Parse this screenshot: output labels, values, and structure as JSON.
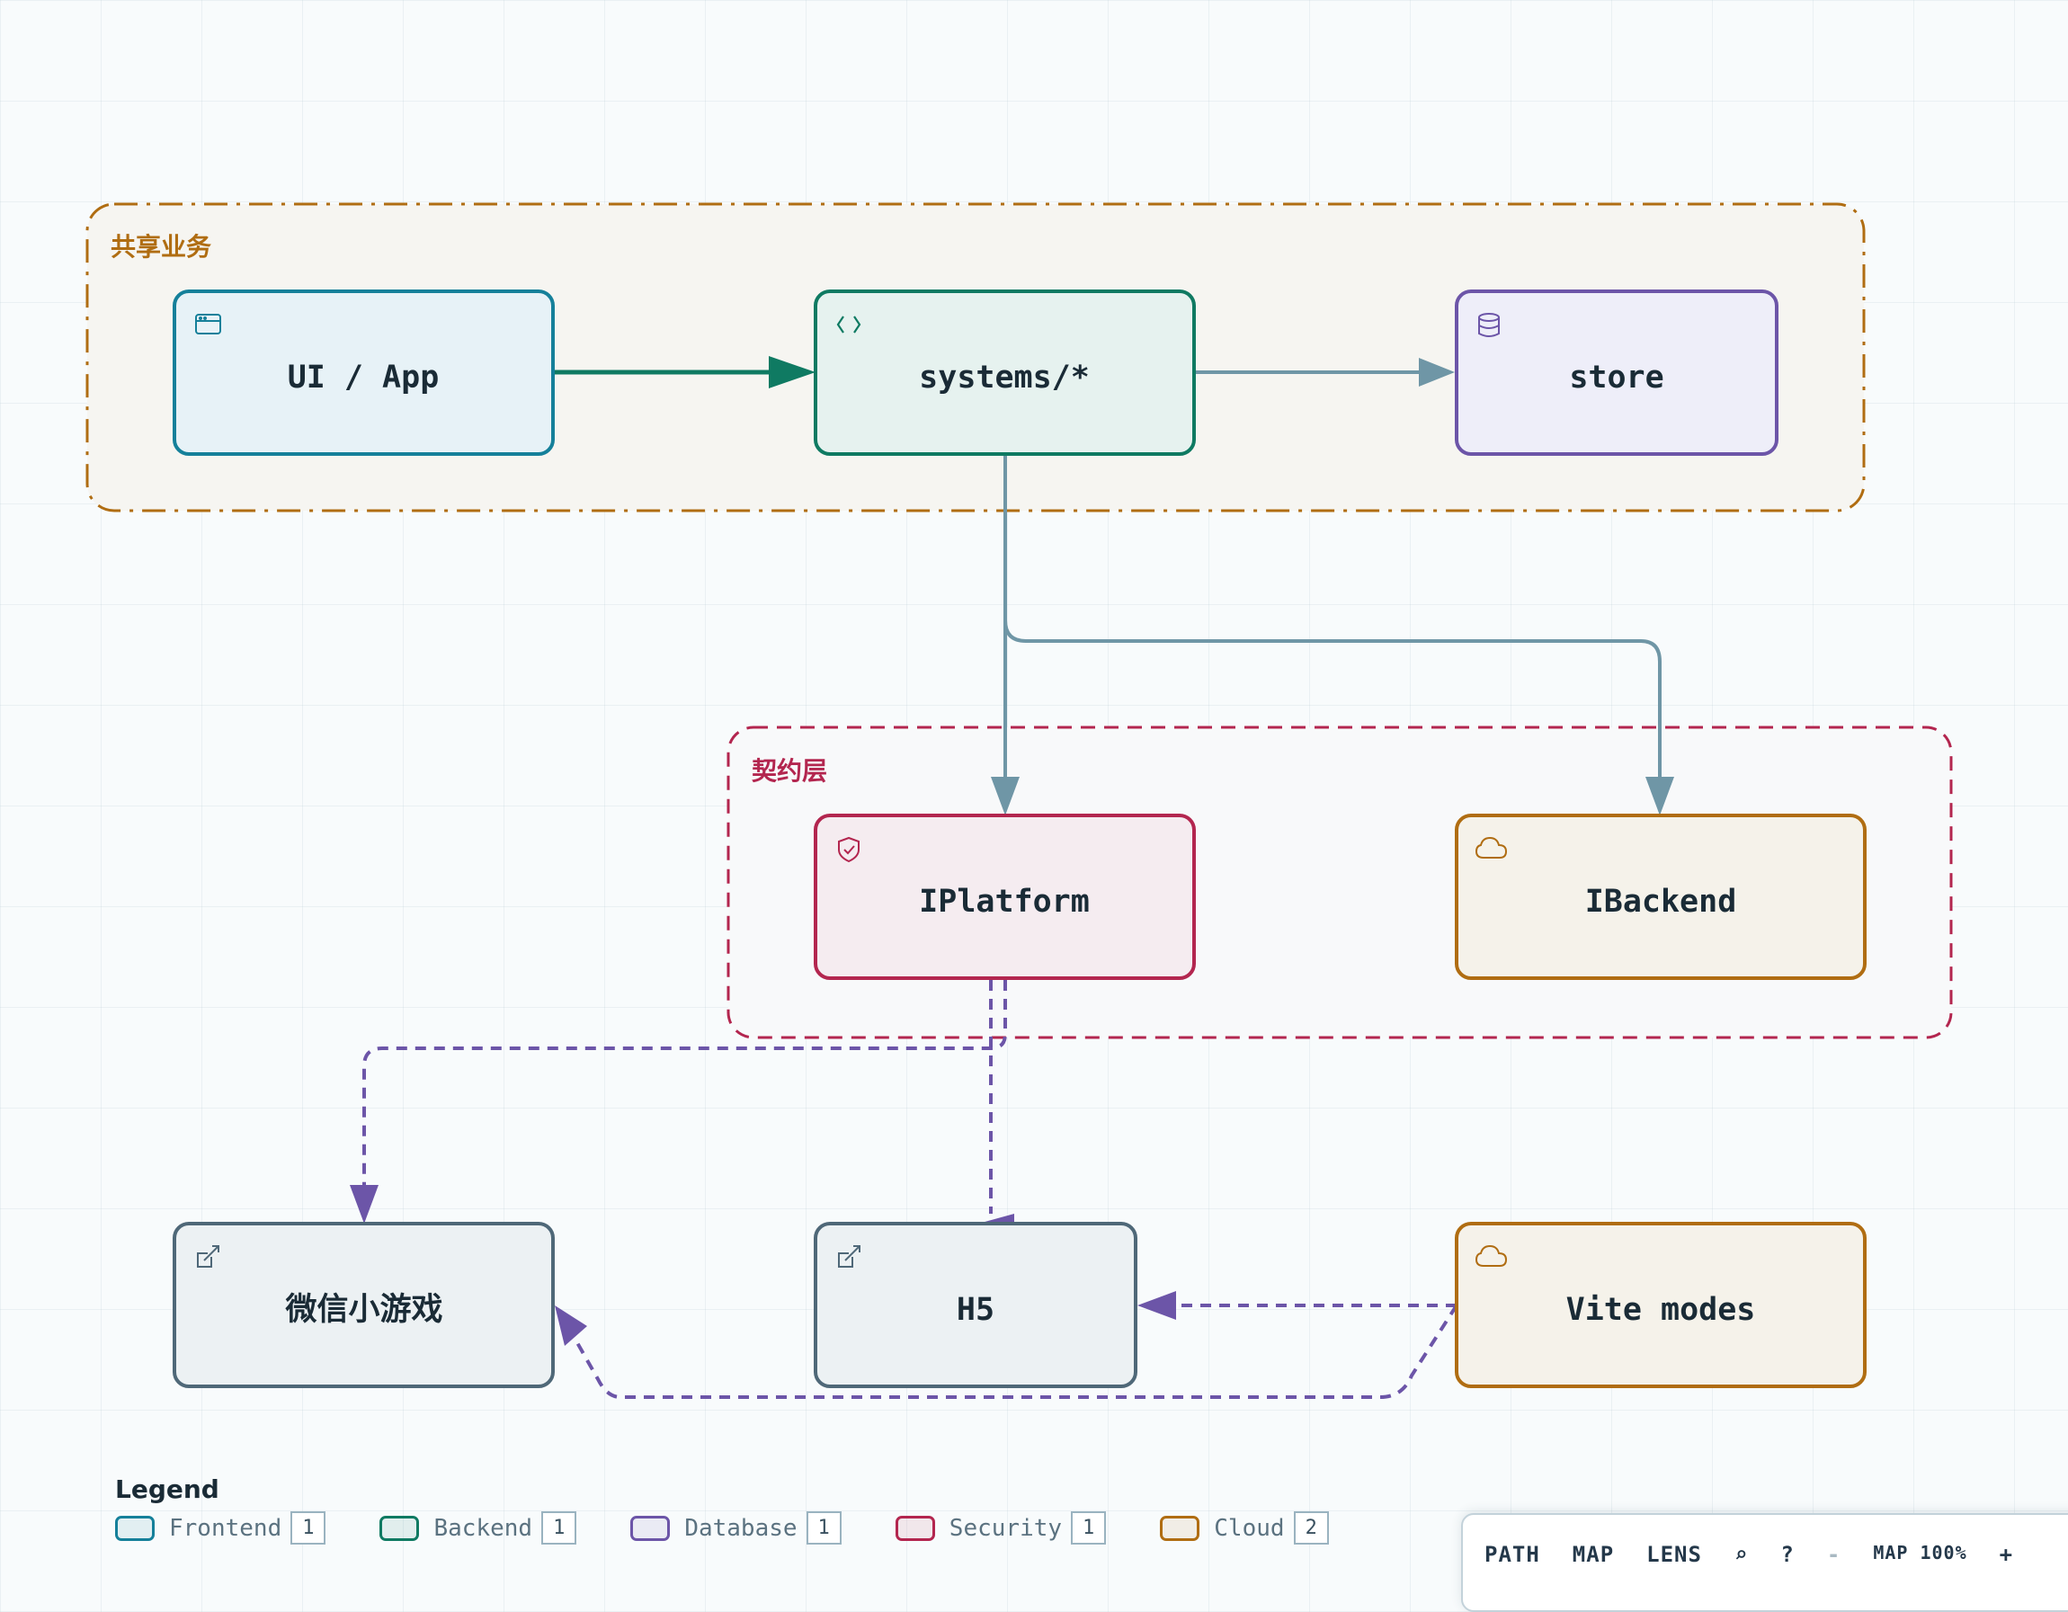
{
  "groups": {
    "shared": {
      "label": "共享业务",
      "color": "#b06d12"
    },
    "contract": {
      "label": "契约层",
      "color": "#b3264f"
    }
  },
  "nodes": {
    "ui": {
      "label": "UI / App",
      "icon": "browser-window-icon",
      "color": "#15809a"
    },
    "systems": {
      "label": "systems/*",
      "icon": "code-brackets-icon",
      "color": "#0f7a62"
    },
    "store": {
      "label": "store",
      "icon": "database-icon",
      "color": "#6c55a8"
    },
    "iplatform": {
      "label": "IPlatform",
      "icon": "shield-check-icon",
      "color": "#b3264f"
    },
    "ibackend": {
      "label": "IBackend",
      "icon": "cloud-icon",
      "color": "#b06d12"
    },
    "wechat": {
      "label": "微信小游戏",
      "icon": "external-link-icon",
      "color": "#4f6878"
    },
    "h5": {
      "label": "H5",
      "icon": "external-link-icon",
      "color": "#4f6878"
    },
    "vite": {
      "label": "Vite modes",
      "icon": "cloud-icon",
      "color": "#b06d12"
    }
  },
  "edges": [
    {
      "from": "ui",
      "to": "systems",
      "style": "solid",
      "color": "#0f7a62"
    },
    {
      "from": "systems",
      "to": "store",
      "style": "solid",
      "color": "#6f96a6"
    },
    {
      "from": "systems",
      "to": "iplatform",
      "style": "solid",
      "color": "#6f96a6"
    },
    {
      "from": "systems",
      "to": "ibackend",
      "style": "solid",
      "color": "#6f96a6"
    },
    {
      "from": "iplatform",
      "to": "wechat",
      "style": "dashed",
      "color": "#6c55a8"
    },
    {
      "from": "iplatform",
      "to": "h5",
      "style": "dashed",
      "color": "#6c55a8"
    },
    {
      "from": "vite",
      "to": "h5",
      "style": "dashed",
      "color": "#6c55a8"
    },
    {
      "from": "vite",
      "to": "wechat",
      "style": "dashed",
      "color": "#6c55a8"
    }
  ],
  "legend": {
    "title": "Legend",
    "items": [
      {
        "label": "Frontend",
        "count": "1",
        "color": "#15809a"
      },
      {
        "label": "Backend",
        "count": "1",
        "color": "#0f7a62"
      },
      {
        "label": "Database",
        "count": "1",
        "color": "#6c55a8"
      },
      {
        "label": "Security",
        "count": "1",
        "color": "#b3264f"
      },
      {
        "label": "Cloud",
        "count": "2",
        "color": "#b06d12"
      }
    ]
  },
  "toolbar": {
    "path": "PATH",
    "map": "MAP",
    "lens": "LENS",
    "search": "⌕",
    "help": "?",
    "zoom_out": "-",
    "zoom_level": "MAP 100%",
    "zoom_in": "+"
  }
}
